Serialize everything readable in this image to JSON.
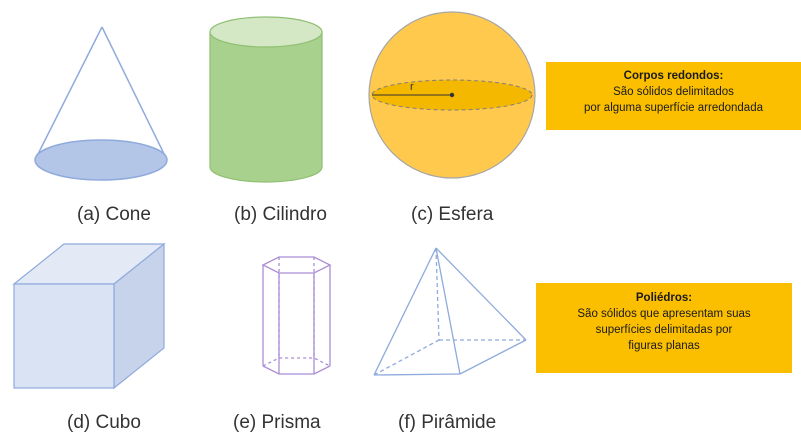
{
  "colors": {
    "cone_base": "#b4c6e7",
    "cylinder": "#a9d18e",
    "cylinder_top": "#d5e8c6",
    "sphere": "#ffc94d",
    "sphere_band": "#f5b800",
    "cube": "#dae3f3",
    "cube_side": "#c6d3ea",
    "prism_stroke": "#a98ed6",
    "outline_blue": "#8faadc",
    "callout": "#fbbf00"
  },
  "shapes": [
    {
      "key": "cone",
      "caption": "(a) Cone"
    },
    {
      "key": "cylinder",
      "caption": "(b) Cilindro"
    },
    {
      "key": "sphere",
      "caption": "(c) Esfera",
      "radius_label": "r"
    },
    {
      "key": "cube",
      "caption": "(d) Cubo"
    },
    {
      "key": "prism",
      "caption": "(e) Prisma"
    },
    {
      "key": "pyramid",
      "caption": "(f) Pirâmide"
    }
  ],
  "callouts": {
    "round": {
      "title": "Corpos redondos:",
      "lines": [
        "São sólidos delimitados",
        "por alguma superfície arredondada"
      ]
    },
    "polyhedra": {
      "title": "Poliédros:",
      "lines": [
        "São sólidos que apresentam suas",
        "superfícies delimitadas por",
        "figuras planas"
      ]
    }
  }
}
